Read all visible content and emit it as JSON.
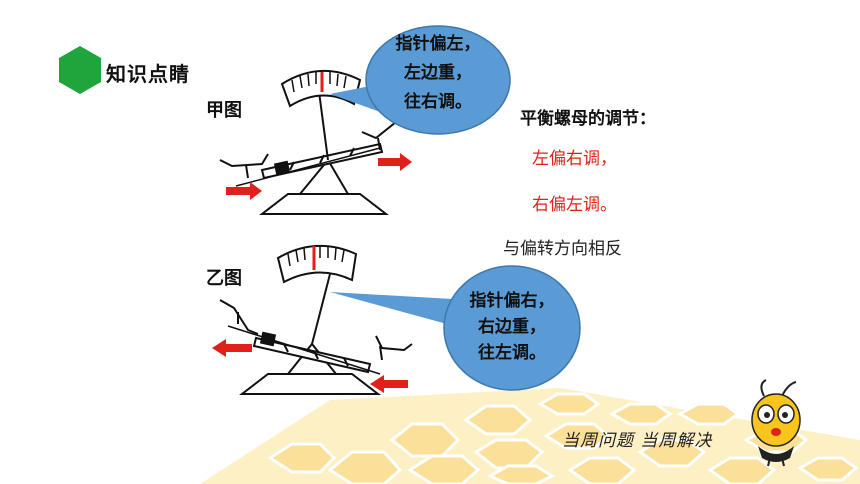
{
  "title": "知识点睛",
  "figure_a": {
    "label": "甲图",
    "bubble_lines": [
      "指针偏左，",
      "左边重，",
      "往右调。"
    ]
  },
  "figure_b": {
    "label": "乙图",
    "bubble_lines": [
      "指针偏右，",
      "右边重，",
      "往左调。"
    ]
  },
  "rule": {
    "heading": "平衡螺母的调节：",
    "lines": [
      "左偏右调，",
      "右偏左调。"
    ],
    "note": "与偏转方向相反"
  },
  "slogan": "当周问题 当周解决",
  "colors": {
    "accent_green": "#1ea53c",
    "bubble_blue": "#5b9bd5",
    "arrow_red": "#e0201a",
    "honeycomb": "#fbe6a6"
  }
}
